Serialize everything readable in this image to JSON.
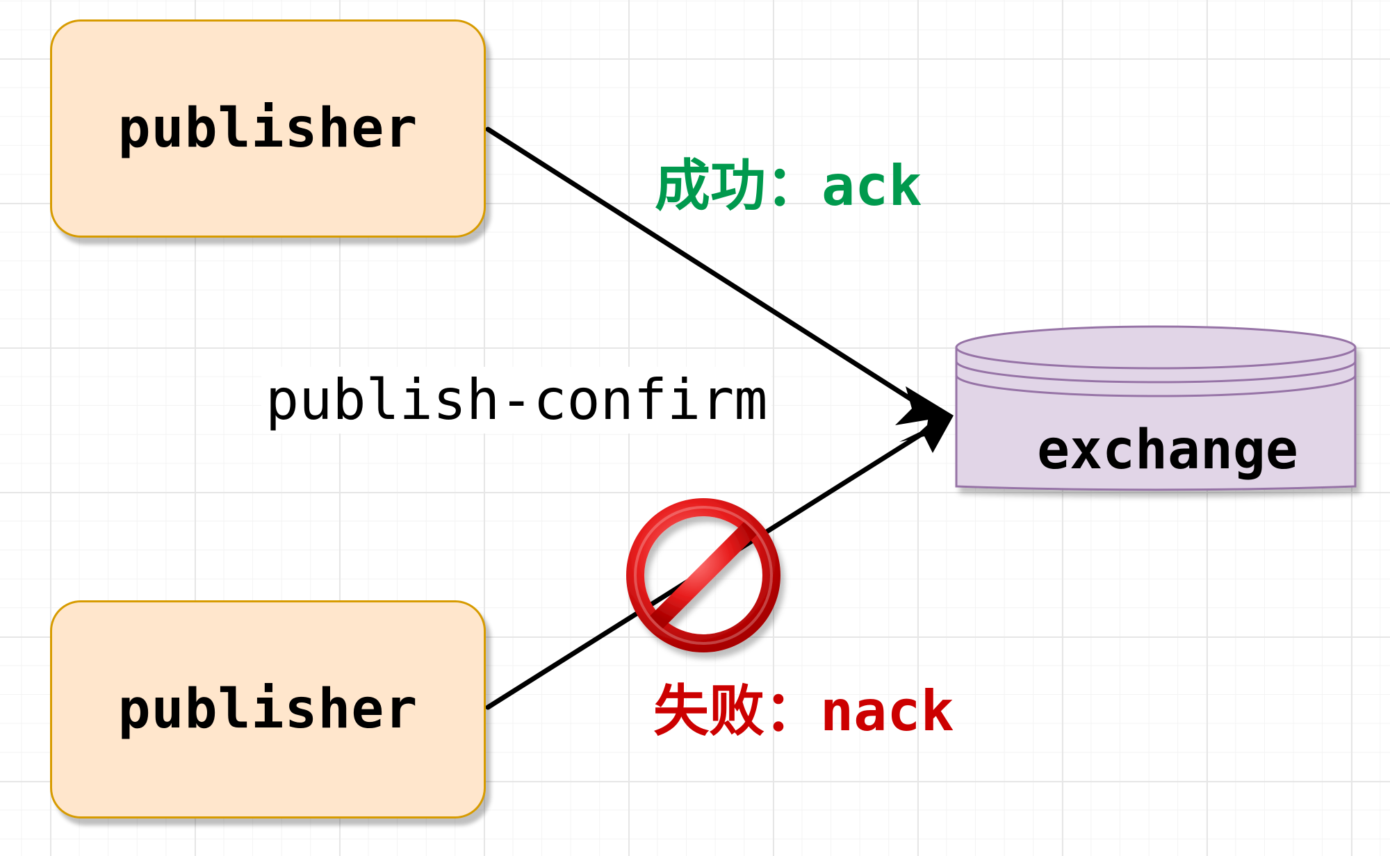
{
  "diagram": {
    "publisher_top": {
      "label": "publisher"
    },
    "publisher_bottom": {
      "label": "publisher"
    },
    "exchange": {
      "label": "exchange"
    },
    "center_label": "publish-confirm",
    "ack_label": "成功：ack",
    "nack_label": "失败：nack",
    "icons": {
      "blocked": "prohibited-icon"
    },
    "colors": {
      "node_fill": "#ffe6cc",
      "node_stroke": "#d79b00",
      "cylinder_fill": "#e1d5e7",
      "cylinder_stroke": "#9673a6",
      "ack": "#00994d",
      "nack": "#cc0000",
      "prohibit": "#e02020"
    }
  }
}
